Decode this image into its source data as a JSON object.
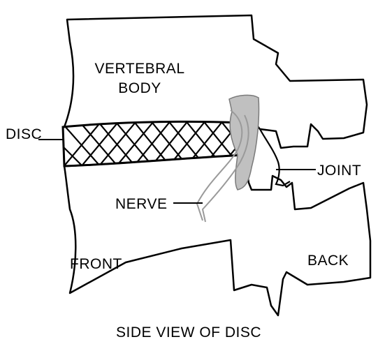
{
  "labels": {
    "vertebral_line1": "VERTEBRAL",
    "vertebral_line2": "BODY",
    "disc": "DISC",
    "joint": "JOINT",
    "nerve": "NERVE",
    "front": "FRONT",
    "back": "BACK"
  },
  "caption": "SIDE VIEW OF DISC",
  "colors": {
    "outline": "#000000",
    "nerve_stroke": "#9a9a9a",
    "nerve_root_fill": "#c0c0c0",
    "background": "#ffffff"
  }
}
